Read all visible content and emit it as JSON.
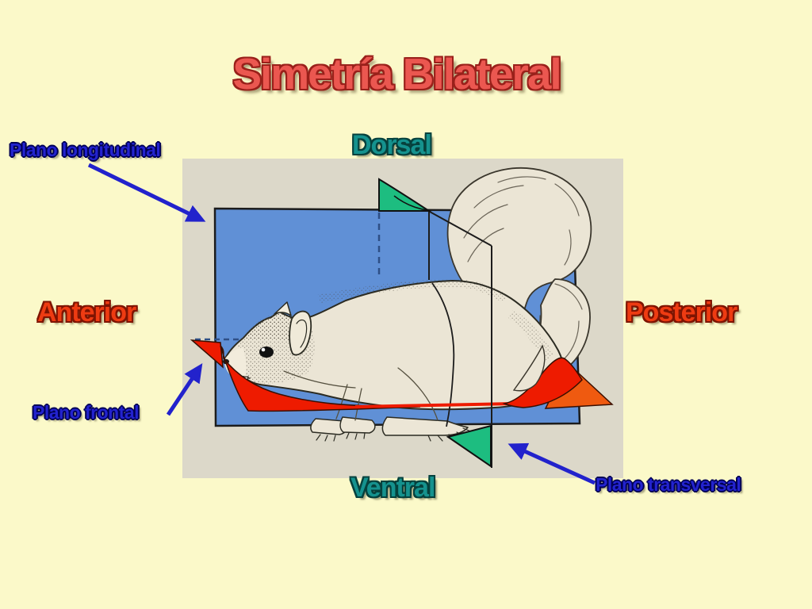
{
  "slide": {
    "title": "Simetría Bilateral"
  },
  "labels": {
    "plano_longitudinal": "Plano longitudinal",
    "dorsal": "Dorsal",
    "anterior": "Anterior",
    "posterior": "Posterior",
    "plano_frontal": "Plano frontal",
    "ventral": "Ventral",
    "plano_transversal": "Plano transversal"
  },
  "figure": {
    "subject": "squirrel side view with anatomical planes"
  },
  "colors": {
    "background": "#fbf9c9",
    "panel": "#dcd8c9",
    "longitudinal_plane_blue": "#6090d6",
    "frontal_plane_red": "#ee1b00",
    "frontal_plane_tip_orange": "#ef5a10",
    "transversal_plane_green": "#1dbd80",
    "arrow_blue": "#2222cc",
    "title_red": "#eb5750",
    "direction_label_red": "#ee3b12",
    "axis_label_teal": "#15928e",
    "plane_label_blue": "#2323cf",
    "outline_black": "#1c1c1c"
  }
}
